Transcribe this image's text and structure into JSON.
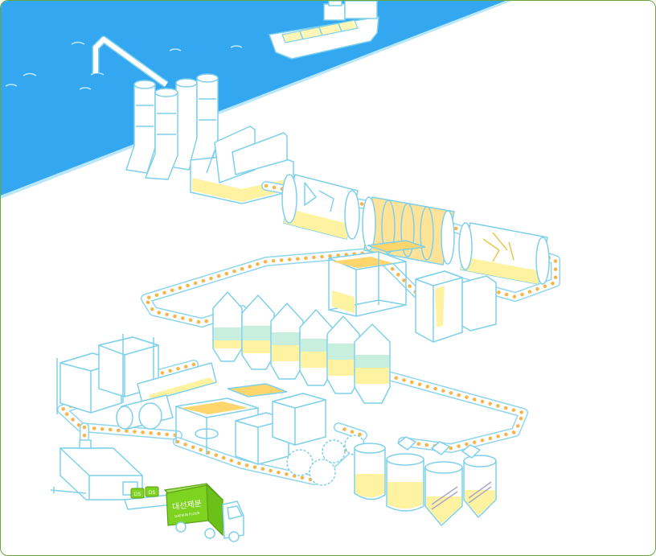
{
  "diagram": {
    "truck_label_korean": "대선제분",
    "truck_label_english": "DAESUN FLOUR",
    "sack_label": "DS"
  },
  "colors": {
    "sea": "#33a8f0",
    "sea_shore": "#b8e6fb",
    "equipment_outline": "#7fd0ea",
    "conveyor_dots": "#f7b548",
    "flour_fill": "#fff2a0",
    "silo_green": "#c8eedd",
    "truck_green": "#7ed321",
    "frame_border": "#6aa63a"
  }
}
